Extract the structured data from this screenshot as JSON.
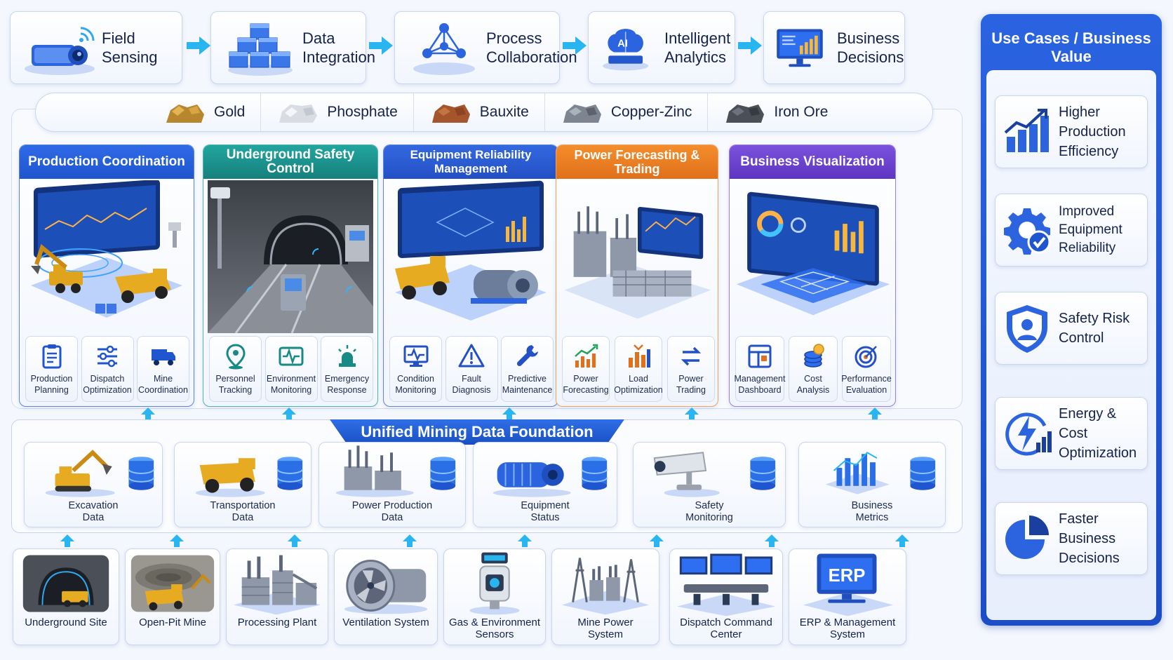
{
  "pipeline": [
    {
      "label": "Field\nSensing",
      "icon": "camera-sensor-icon"
    },
    {
      "label": "Data\nIntegration",
      "icon": "cubes-icon"
    },
    {
      "label": "Process\nCollaboration",
      "icon": "network-nodes-icon"
    },
    {
      "label": "Intelligent\nAnalytics",
      "icon": "ai-brain-icon"
    },
    {
      "label": "Business\nDecisions",
      "icon": "monitor-chart-icon"
    }
  ],
  "ores": [
    {
      "name": "Gold",
      "color": "#b8862e"
    },
    {
      "name": "Phosphate",
      "color": "#d9dde3"
    },
    {
      "name": "Bauxite",
      "color": "#a5552c"
    },
    {
      "name": "Copper-Zinc",
      "color": "#7d8590"
    },
    {
      "name": "Iron Ore",
      "color": "#4a4f58"
    }
  ],
  "panels": [
    {
      "title": "Production Coordination",
      "color": "#1f55cf",
      "subs": [
        {
          "label": "Production\nPlanning",
          "icon": "clipboard-icon"
        },
        {
          "label": "Dispatch\nOptimization",
          "icon": "sliders-icon"
        },
        {
          "label": "Mine\nCoordination",
          "icon": "truck-icon"
        }
      ]
    },
    {
      "title": "Underground Safety Control",
      "color": "#1a8f8c",
      "subs": [
        {
          "label": "Personnel\nTracking",
          "icon": "location-pin-icon"
        },
        {
          "label": "Environment\nMonitoring",
          "icon": "pulse-icon"
        },
        {
          "label": "Emergency\nResponse",
          "icon": "alarm-icon"
        }
      ]
    },
    {
      "title": "Equipment Reliability\nManagement",
      "color": "#2a57c9",
      "subs": [
        {
          "label": "Condition\nMonitoring",
          "icon": "monitor-pulse-icon"
        },
        {
          "label": "Fault\nDiagnosis",
          "icon": "warning-icon"
        },
        {
          "label": "Predictive\nMaintenance",
          "icon": "wrench-icon"
        }
      ]
    },
    {
      "title": "Power Forecasting & Trading",
      "color": "#ee7d1c",
      "subs": [
        {
          "label": "Power\nForecasting",
          "icon": "trend-up-icon"
        },
        {
          "label": "Load\nOptimization",
          "icon": "bar-chart-icon"
        },
        {
          "label": "Power\nTrading",
          "icon": "exchange-icon"
        }
      ]
    },
    {
      "title": "Business Visualization",
      "color": "#6a3fd0",
      "subs": [
        {
          "label": "Management\nDashboard",
          "icon": "dashboard-icon"
        },
        {
          "label": "Cost\nAnalysis",
          "icon": "coins-icon"
        },
        {
          "label": "Performance\nEvaluation",
          "icon": "target-icon"
        }
      ]
    }
  ],
  "foundation": {
    "title": "Unified Mining Data Foundation",
    "items": [
      {
        "label": "Excavation\nData",
        "icon": "excavator-icon"
      },
      {
        "label": "Transportation\nData",
        "icon": "dump-truck-icon"
      },
      {
        "label": "Power Production\nData",
        "icon": "power-plant-icon"
      },
      {
        "label": "Equipment\nStatus",
        "icon": "motor-icon"
      },
      {
        "label": "Safety\nMonitoring",
        "icon": "cctv-icon"
      },
      {
        "label": "Business\nMetrics",
        "icon": "metrics-icon"
      }
    ]
  },
  "sources": [
    {
      "label": "Underground Site",
      "icon": "tunnel-icon"
    },
    {
      "label": "Open-Pit Mine",
      "icon": "open-pit-icon"
    },
    {
      "label": "Processing Plant",
      "icon": "plant-icon"
    },
    {
      "label": "Ventilation System",
      "icon": "fan-icon"
    },
    {
      "label": "Gas & Environment\nSensors",
      "icon": "gas-sensor-icon"
    },
    {
      "label": "Mine Power\nSystem",
      "icon": "substation-icon"
    },
    {
      "label": "Dispatch Command\nCenter",
      "icon": "control-room-icon"
    },
    {
      "label": "ERP & Management\nSystem",
      "icon": "erp-icon",
      "badge": "ERP"
    }
  ],
  "use_cases": {
    "title": "Use Cases / Business Value",
    "items": [
      {
        "label": "Higher Production\nEfficiency",
        "icon": "growth-chart-icon"
      },
      {
        "label": "Improved\nEquipment\nReliability",
        "icon": "gear-check-icon"
      },
      {
        "label": "Safety Risk\nControl",
        "icon": "shield-user-icon"
      },
      {
        "label": "Energy & Cost\nOptimization",
        "icon": "energy-icon"
      },
      {
        "label": "Faster Business\nDecisions",
        "icon": "pie-chart-icon"
      }
    ]
  },
  "colors": {
    "primary": "#1f55cf",
    "accent_arrow": "#29b6f0",
    "teal": "#1a8f8c",
    "orange": "#ee7d1c",
    "purple": "#6a3fd0"
  }
}
